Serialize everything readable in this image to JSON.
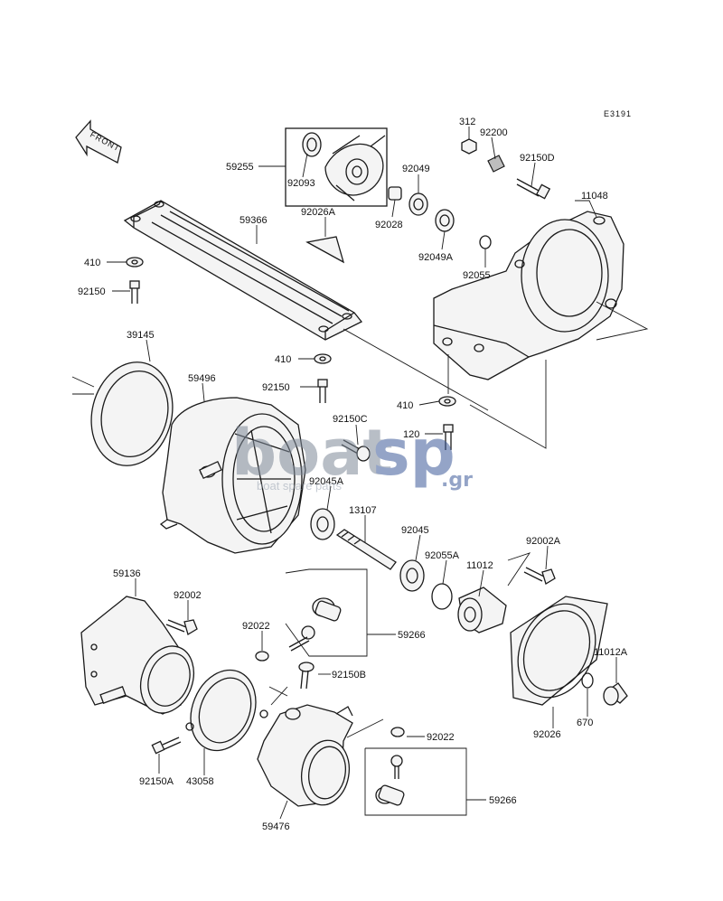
{
  "diagram_code": "E3191",
  "direction_label": "FRONT",
  "watermark": {
    "brand_primary": "boat",
    "brand_secondary": "sp",
    "brand_suffix": ".gr",
    "tagline": "boat spare parts",
    "color_primary": "#7f8a99",
    "color_secondary": "#3d5b9a"
  },
  "part_labels": {
    "p312": "312",
    "p92200": "92200",
    "p92150D": "92150D",
    "p11048": "11048",
    "p59255": "59255",
    "p92093": "92093",
    "p92049": "92049",
    "p92026A": "92026A",
    "p92028": "92028",
    "p59366": "59366",
    "p92049A": "92049A",
    "p92055": "92055",
    "p410_a": "410",
    "p92150_a": "92150",
    "p39145": "39145",
    "p410_b": "410",
    "p59496": "59496",
    "p92150_b": "92150",
    "p410_c": "410",
    "p92150C": "92150C",
    "p120": "120",
    "p92045A": "92045A",
    "p13107": "13107",
    "p92045": "92045",
    "p92055A": "92055A",
    "p92002A": "92002A",
    "p11012": "11012",
    "p59136": "59136",
    "p92002": "92002",
    "p92022_a": "92022",
    "p59266_a": "59266",
    "p92150B": "92150B",
    "p11012A": "11012A",
    "p670": "670",
    "p92026": "92026",
    "p92022_b": "92022",
    "p92150A": "92150A",
    "p43058": "43058",
    "p59266_b": "59266",
    "p59476": "59476"
  }
}
